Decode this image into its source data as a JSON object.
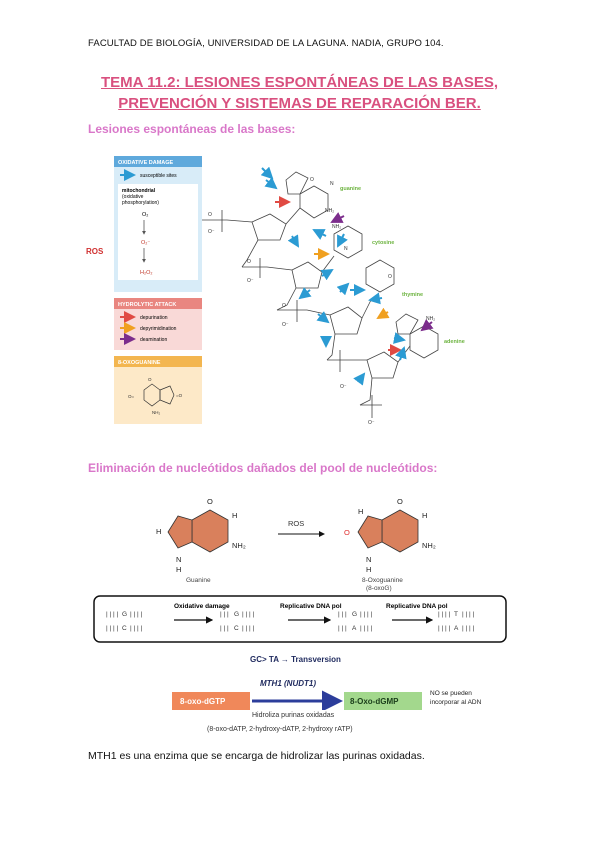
{
  "header": "FACULTAD DE BIOLOGÍA, UNIVERSIDAD DE LA LAGUNA.     NADIA, GRUPO 104.",
  "title": {
    "line1": "TEMA 11.2: LESIONES ESPONTÁNEAS DE LAS BASES,",
    "line2": "PREVENCIÓN Y SISTEMAS DE REPARACIÓN BER."
  },
  "section1": "Lesiones espontáneas de las bases:",
  "section2": "Eliminación de nucleótidos dañados del pool de nucleótidos:",
  "figure1": {
    "ros_label": "ROS",
    "oxidative": {
      "header": "OXIDATIVE DAMAGE",
      "susceptible": "susceptible sites",
      "mito1": "mitochondrial",
      "mito2": "(oxidative",
      "mito3": "phosphorylation)",
      "o2": "O₂",
      "o2minus": "O₂⁻",
      "h2o2": "H₂O₂"
    },
    "hydrolytic": {
      "header": "HYDROLYTIC ATTACK",
      "items": [
        "depurination",
        "depyrimidination",
        "deamination"
      ]
    },
    "oxoguanine": {
      "header": "8-OXOGUANINE"
    },
    "bases": [
      "guanine",
      "cytosine",
      "thymine",
      "adenine"
    ],
    "colors": {
      "blue": "#2b9bd3",
      "red": "#e04a43",
      "orange": "#f0a020",
      "purple": "#7c2d8c"
    }
  },
  "figure2": {
    "ros": "ROS",
    "guanine_label": "Guanine",
    "oxo_label1": "8-Oxoguanine",
    "oxo_label2": "(8-oxoG)",
    "steps": [
      "Oxidative damage",
      "Replicative DNA pol",
      "Replicative DNA pol"
    ],
    "transversion": "GC> TA → Transversion",
    "mth1": "MTH1 (NUDT1)",
    "oxo_dgtp": "8-oxo-dGTP",
    "oxo_dgmp": "8-Oxo-dGMP",
    "hidroliza": "Hidroliza purinas oxidadas",
    "purines": "(8-oxo-dATP, 2-hydroxy-dATP, 2-hydroxy rATP)",
    "no_pueden1": "NO se pueden",
    "no_pueden2": "incorporar al ADN"
  },
  "paragraph": "MTH1 es una enzima que se encarga de hidrolizar las purinas oxidadas."
}
